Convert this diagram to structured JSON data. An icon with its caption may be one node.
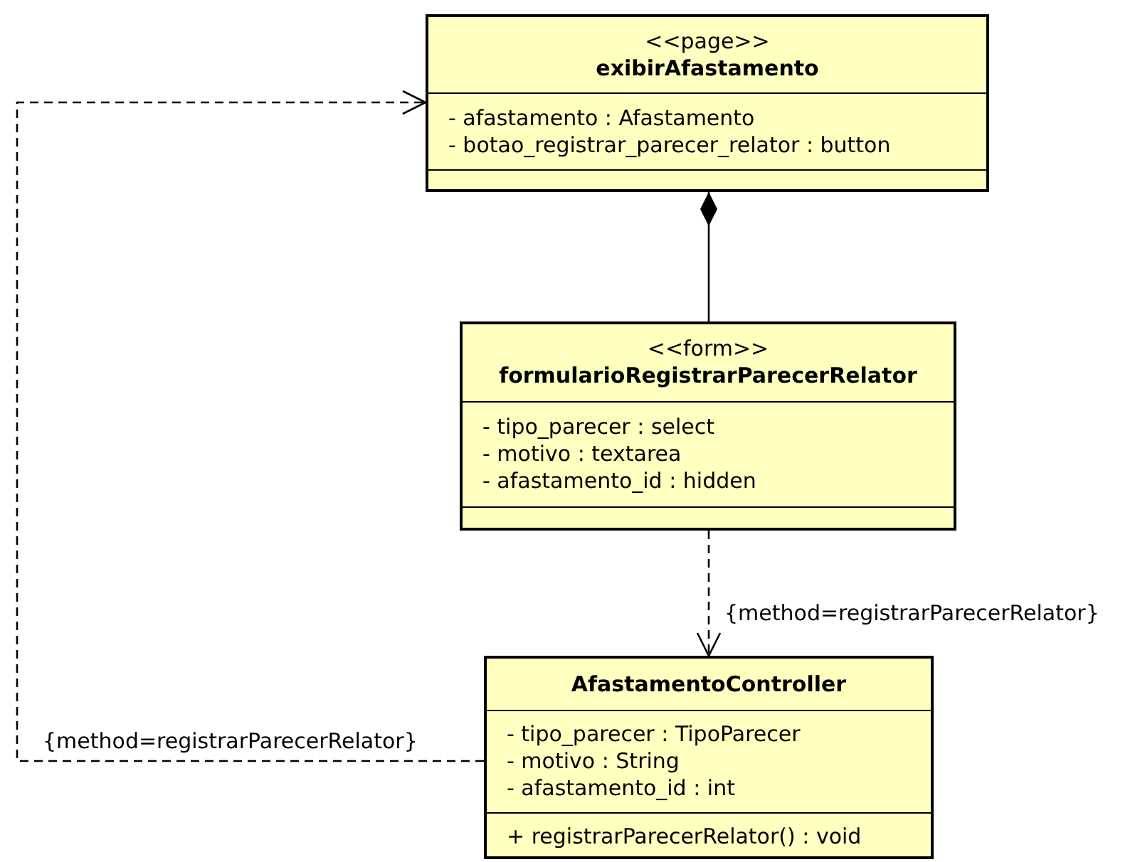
{
  "diagram": {
    "nodes": [
      {
        "text": [
          "<<page>>",
          "exibirAfastamento",
          "- afastamento : Afastamento",
          "- botao_registrar_parecer_relator : button"
        ]
      },
      {
        "text": [
          "<<form>>",
          "formularioRegistrarParecerRelator",
          "- tipo_parecer : select",
          "- motivo : textarea",
          "- afastamento_id : hidden"
        ]
      },
      {
        "text": [
          "AfastamentoController",
          "- tipo_parecer : TipoParecer",
          "- motivo : String",
          "- afastamento_id : int",
          "+ registrarParecerRelator() : void"
        ]
      }
    ],
    "edges": [
      {
        "from": 0,
        "to": 1,
        "arrow": "other"
      },
      {
        "from": 1,
        "to": 2,
        "arrow": "to",
        "style": "dashed",
        "label": "{method=registrarParecerRelator}"
      },
      {
        "from": 2,
        "to": 0,
        "arrow": "to",
        "style": "dashed",
        "label": "{method=registrarParecerRelator}"
      }
    ]
  }
}
